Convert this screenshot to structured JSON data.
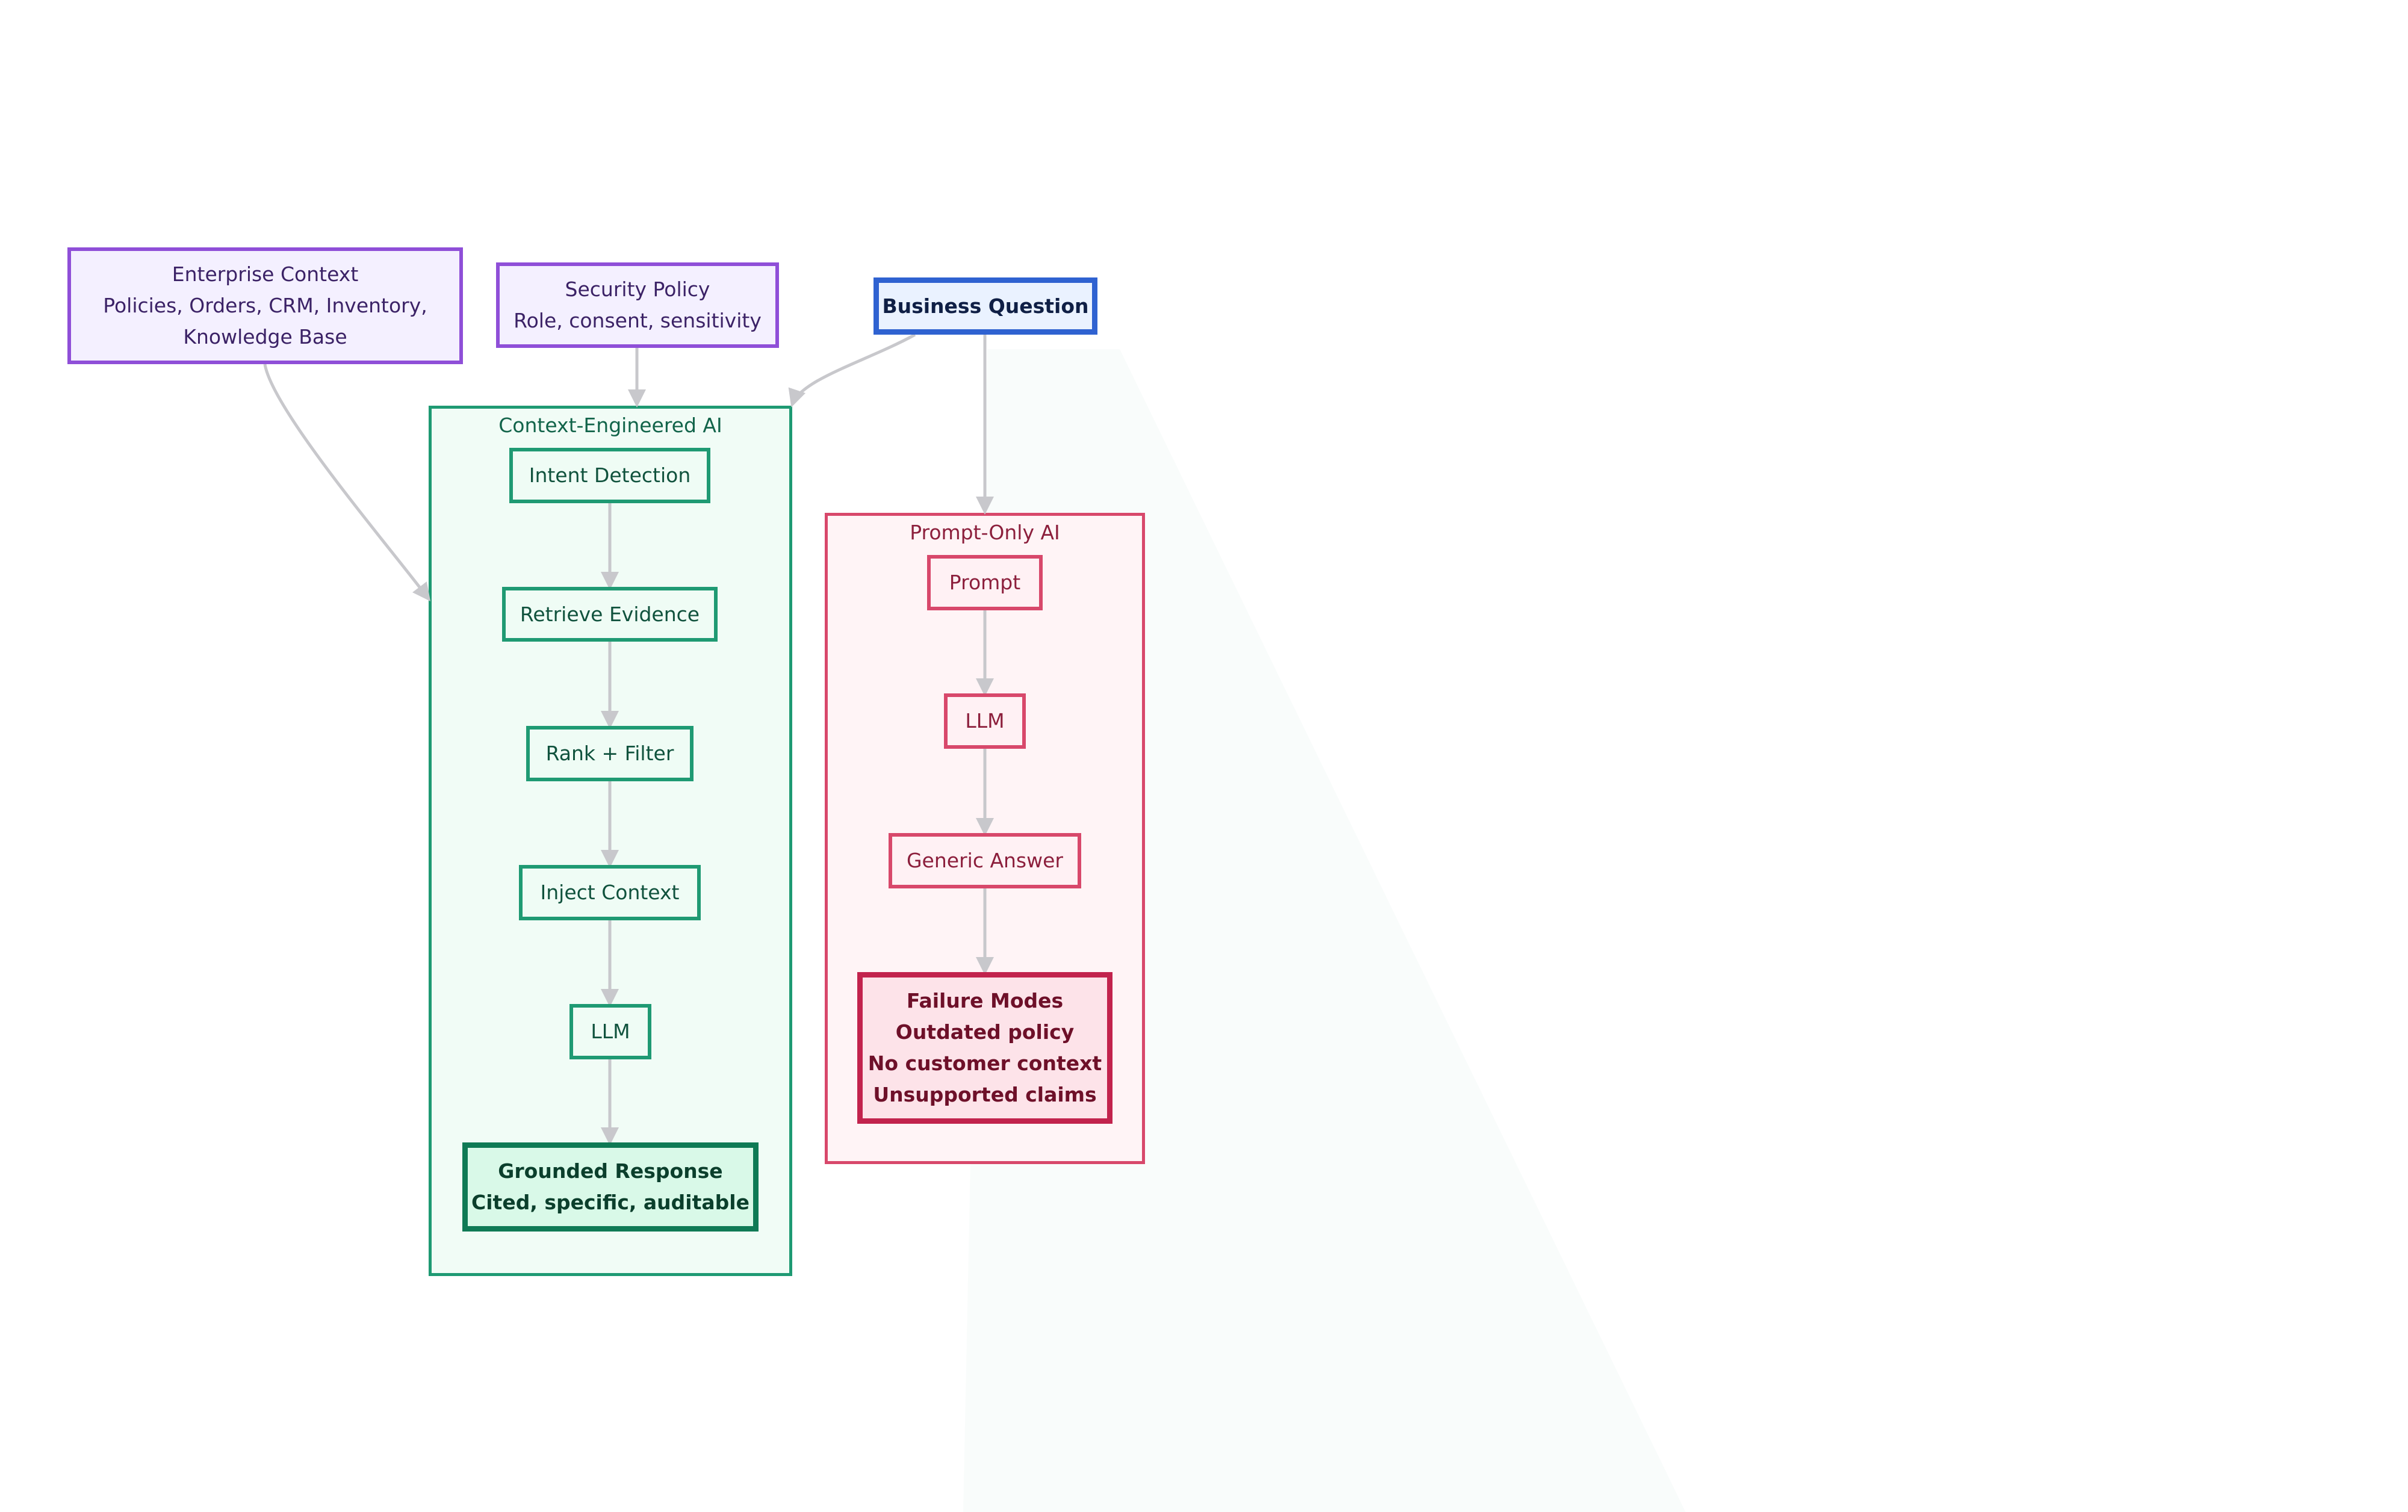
{
  "nodes": {
    "enterprise_context": {
      "lines": [
        "Enterprise Context",
        "Policies, Orders, CRM, Inventory,",
        "Knowledge Base"
      ]
    },
    "security_policy": {
      "lines": [
        "Security Policy",
        "Role, consent, sensitivity"
      ]
    },
    "business_question": {
      "lines": [
        "Business Question"
      ]
    }
  },
  "groups": {
    "context_engineered": {
      "title": "Context-Engineered AI",
      "steps": [
        "Intent Detection",
        "Retrieve Evidence",
        "Rank + Filter",
        "Inject Context",
        "LLM"
      ],
      "final_lines": [
        "Grounded Response",
        "Cited, specific, auditable"
      ]
    },
    "prompt_only": {
      "title": "Prompt-Only AI",
      "steps": [
        "Prompt",
        "LLM",
        "Generic Answer"
      ],
      "final_lines": [
        "Failure Modes",
        "Outdated policy",
        "No customer context",
        "Unsupported claims"
      ]
    }
  },
  "colors": {
    "context_accent": "#1f9a73",
    "prompt_accent": "#d8486b",
    "source_accent": "#8f4fd8",
    "question_accent": "#2f62d1",
    "edge": "#c8c8cc"
  }
}
